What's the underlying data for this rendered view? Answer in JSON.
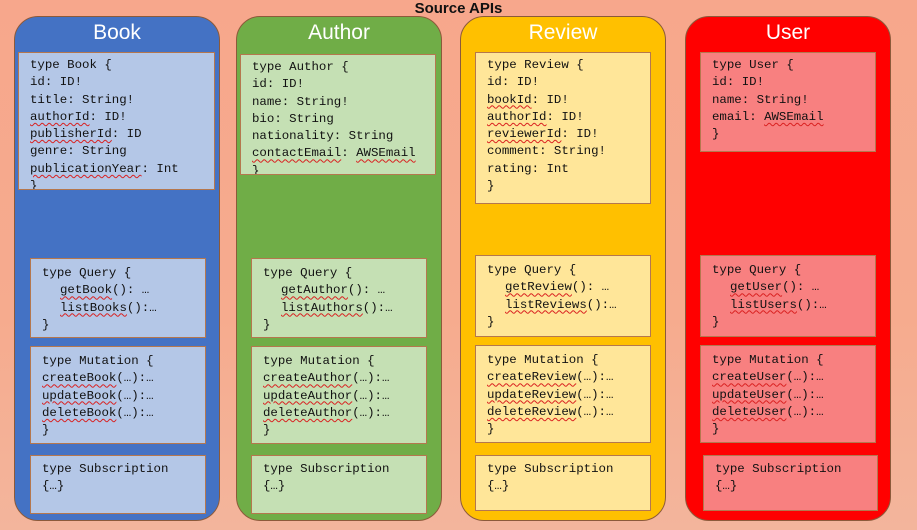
{
  "title": "Source APIs",
  "columns": [
    {
      "name": "Book",
      "color": "#4472c4",
      "box_color": "#b4c7e7",
      "type_box": {
        "header": "type Book {",
        "fields": [
          {
            "name": "id",
            "type": ": ID!"
          },
          {
            "name": "title",
            "type": ": String!"
          },
          {
            "name": "authorId",
            "type": ": ID!"
          },
          {
            "name": "publisherId",
            "type": ": ID"
          },
          {
            "name": "genre",
            "type": ": String"
          },
          {
            "name": "publicationYear",
            "type": ": Int"
          }
        ],
        "close": "}"
      },
      "query": {
        "header": "type Query {",
        "items": [
          {
            "name": "getBook",
            "rest": "(): …"
          },
          {
            "name": "listBooks",
            "rest": "():…"
          }
        ],
        "close": "}"
      },
      "mutation": {
        "header": "type Mutation {",
        "items": [
          {
            "name": "createBook",
            "rest": "(…):…"
          },
          {
            "name": "updateBook",
            "rest": "(…):…"
          },
          {
            "name": "deleteBook",
            "rest": "(…):…"
          }
        ],
        "close": "}"
      },
      "subscription": {
        "header": "type Subscription",
        "body": "{…}"
      }
    },
    {
      "name": "Author",
      "color": "#70ad47",
      "box_color": "#c5e0b4",
      "type_box": {
        "header": "type Author {",
        "fields": [
          {
            "name": "id",
            "type": ": ID!"
          },
          {
            "name": "name",
            "type": ": String!"
          },
          {
            "name": "bio",
            "type": ": String"
          },
          {
            "name": "nationality",
            "type": ": String"
          },
          {
            "name": "contactEmail",
            "type": ": AWSEmail"
          }
        ],
        "close": "}"
      },
      "query": {
        "header": "type Query {",
        "items": [
          {
            "name": "getAuthor",
            "rest": "(): …"
          },
          {
            "name": "listAuthors",
            "rest": "():…"
          }
        ],
        "close": "}"
      },
      "mutation": {
        "header": "type Mutation {",
        "items": [
          {
            "name": "createAuthor",
            "rest": "(…):…"
          },
          {
            "name": "updateAuthor",
            "rest": "(…):…"
          },
          {
            "name": "deleteAuthor",
            "rest": "(…):…"
          }
        ],
        "close": "}"
      },
      "subscription": {
        "header": "type Subscription",
        "body": "{…}"
      }
    },
    {
      "name": "Review",
      "color": "#ffc000",
      "box_color": "#ffe699",
      "type_box": {
        "header": "type Review {",
        "fields": [
          {
            "name": "id",
            "type": ": ID!"
          },
          {
            "name": "bookId",
            "type": ": ID!"
          },
          {
            "name": "authorId",
            "type": ": ID!"
          },
          {
            "name": "reviewerId",
            "type": ": ID!"
          },
          {
            "name": "comment",
            "type": ": String!"
          },
          {
            "name": "rating",
            "type": ": Int"
          }
        ],
        "close": "}"
      },
      "query": {
        "header": "type Query {",
        "items": [
          {
            "name": "getReview",
            "rest": "(): …"
          },
          {
            "name": "listReviews",
            "rest": "():…"
          }
        ],
        "close": "}"
      },
      "mutation": {
        "header": "type Mutation {",
        "items": [
          {
            "name": "createReview",
            "rest": "(…):…"
          },
          {
            "name": "updateReview",
            "rest": "(…):…"
          },
          {
            "name": "deleteReview",
            "rest": "(…):…"
          }
        ],
        "close": "}"
      },
      "subscription": {
        "header": "type Subscription",
        "body": "{…}"
      }
    },
    {
      "name": "User",
      "color": "#ff0000",
      "box_color": "#f88080",
      "type_box": {
        "header": "type User {",
        "fields": [
          {
            "name": "id",
            "type": ": ID!"
          },
          {
            "name": "name",
            "type": ": String!"
          },
          {
            "name": "email",
            "type": ": AWSEmail"
          }
        ],
        "close": "}"
      },
      "query": {
        "header": "type Query {",
        "items": [
          {
            "name": "getUser",
            "rest": "(): …"
          },
          {
            "name": "listUsers",
            "rest": "():…"
          }
        ],
        "close": "}"
      },
      "mutation": {
        "header": "type Mutation {",
        "items": [
          {
            "name": "createUser",
            "rest": "(…):…"
          },
          {
            "name": "updateUser",
            "rest": "(…):…"
          },
          {
            "name": "deleteUser",
            "rest": "(…):…"
          }
        ],
        "close": "}"
      },
      "subscription": {
        "header": "type Subscription",
        "body": "{…}"
      }
    }
  ]
}
